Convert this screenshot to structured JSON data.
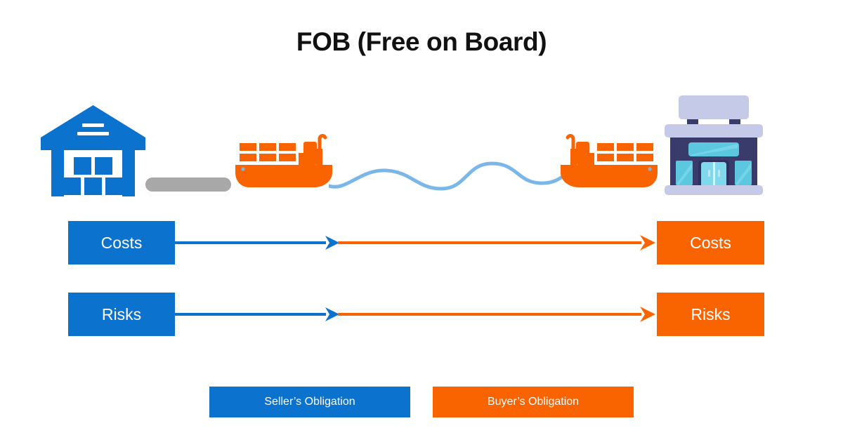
{
  "page": {
    "title": "FOB (Free on Board)",
    "background_color": "#ffffff"
  },
  "colors": {
    "seller_blue": "#0b72ce",
    "buyer_orange": "#fa6400",
    "dock_gray": "#a8a8a8",
    "wave_blue": "#7ab7e8",
    "store_navy": "#393b6b",
    "store_lavender": "#c5cae9",
    "store_cyan": "#5bc8e0",
    "store_light_cyan": "#7fd8eb",
    "title_text": "#111111",
    "box_text": "#ffffff"
  },
  "scene": {
    "nodes": [
      {
        "id": "warehouse",
        "icon_name": "warehouse-icon",
        "label": ""
      },
      {
        "id": "dock",
        "icon_name": "dock-pier-icon",
        "label": ""
      },
      {
        "id": "ship-left",
        "icon_name": "cargo-ship-icon",
        "label": ""
      },
      {
        "id": "wave",
        "icon_name": "sea-wave-icon",
        "label": ""
      },
      {
        "id": "ship-right",
        "icon_name": "cargo-ship-icon",
        "label": ""
      },
      {
        "id": "store",
        "icon_name": "store-building-icon",
        "label": ""
      }
    ]
  },
  "flows": [
    {
      "id": "costs",
      "left_label": "Costs",
      "right_label": "Costs",
      "left_party": "seller",
      "right_party": "buyer",
      "transfer_point_ratio": 0.33
    },
    {
      "id": "risks",
      "left_label": "Risks",
      "right_label": "Risks",
      "left_party": "seller",
      "right_party": "buyer",
      "transfer_point_ratio": 0.33
    }
  ],
  "legend": {
    "items": [
      {
        "id": "seller",
        "label": "Seller’s Obligation",
        "color": "#0b72ce"
      },
      {
        "id": "buyer",
        "label": "Buyer’s Obligation",
        "color": "#fa6400"
      }
    ]
  }
}
